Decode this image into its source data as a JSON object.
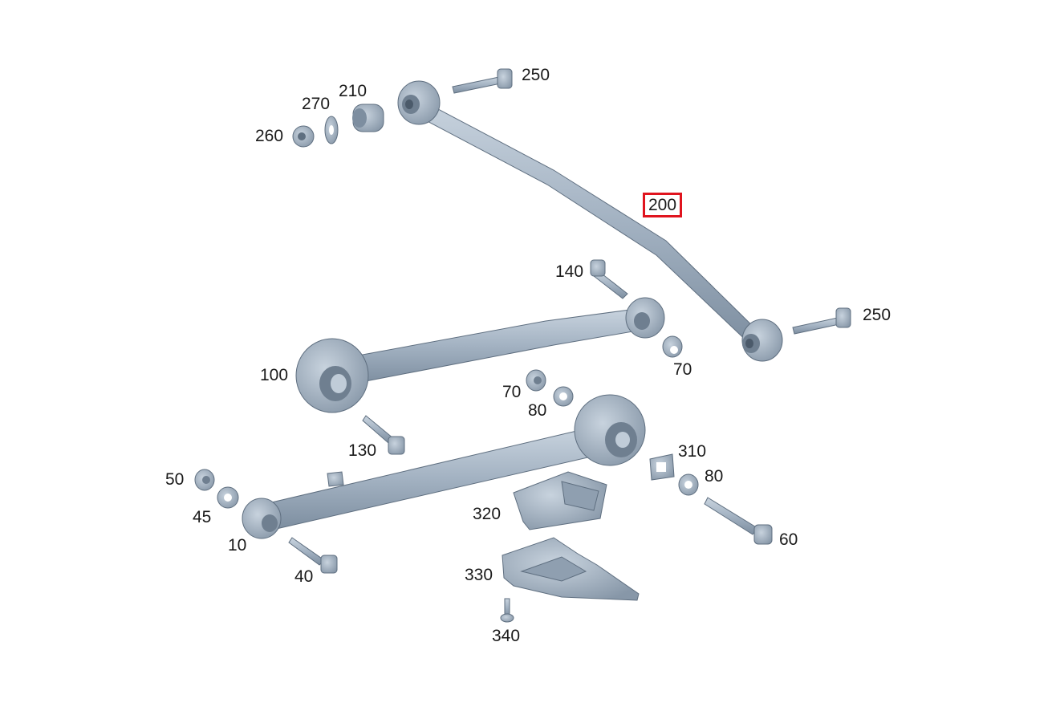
{
  "diagram": {
    "part_color": "#a9b8c8",
    "highlight_color": "#e0141e",
    "highlighted_label": "200",
    "callouts": [
      "250",
      "270",
      "210",
      "260",
      "200",
      "140",
      "250",
      "100",
      "70",
      "70",
      "80",
      "130",
      "310",
      "50",
      "80",
      "45",
      "320",
      "60",
      "10",
      "40",
      "330",
      "340"
    ]
  }
}
